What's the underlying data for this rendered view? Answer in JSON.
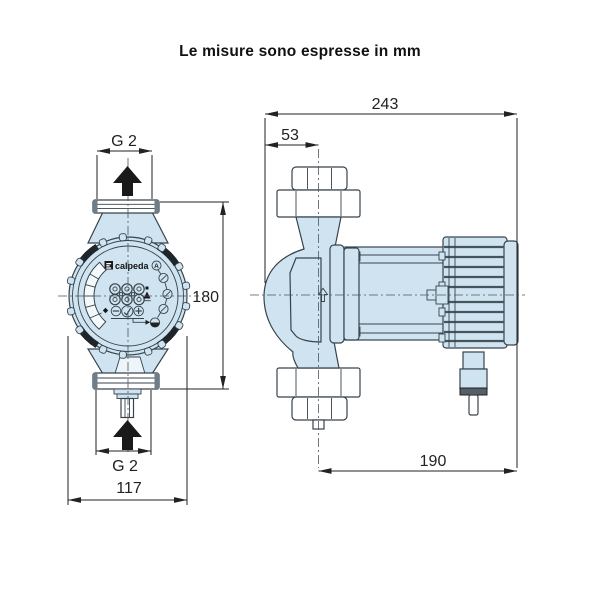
{
  "title": "Le misure sono espresse in mm",
  "units": "mm",
  "brand": {
    "logo_text": "calpeda",
    "variant_badge": "A"
  },
  "dimensions": {
    "front_view": {
      "top_port_thread": "G 2",
      "bottom_port_thread": "G 2",
      "port_to_port_height": "180",
      "body_width": "117"
    },
    "side_view": {
      "total_length": "243",
      "axis_offset": "53",
      "motor_length": "190"
    }
  },
  "icons": {
    "flow_top": "arrow-up-icon",
    "flow_bottom": "arrow-up-icon",
    "housing_emboss": "arrow-up-outline-icon",
    "panel": [
      "gauge-arc-icon",
      "terminal-block-icon",
      "warning-triangle-icon",
      "minus-button-icon",
      "dial-check-button-icon",
      "plus-button-icon",
      "mode-button-icon",
      "night-mode-indicator-icon"
    ]
  },
  "colors": {
    "body_fill": "#cfe4f0",
    "outline": "#37434c",
    "dimension_text": "#222222",
    "flow_arrow": "#1a1a1a",
    "background": "#ffffff"
  }
}
